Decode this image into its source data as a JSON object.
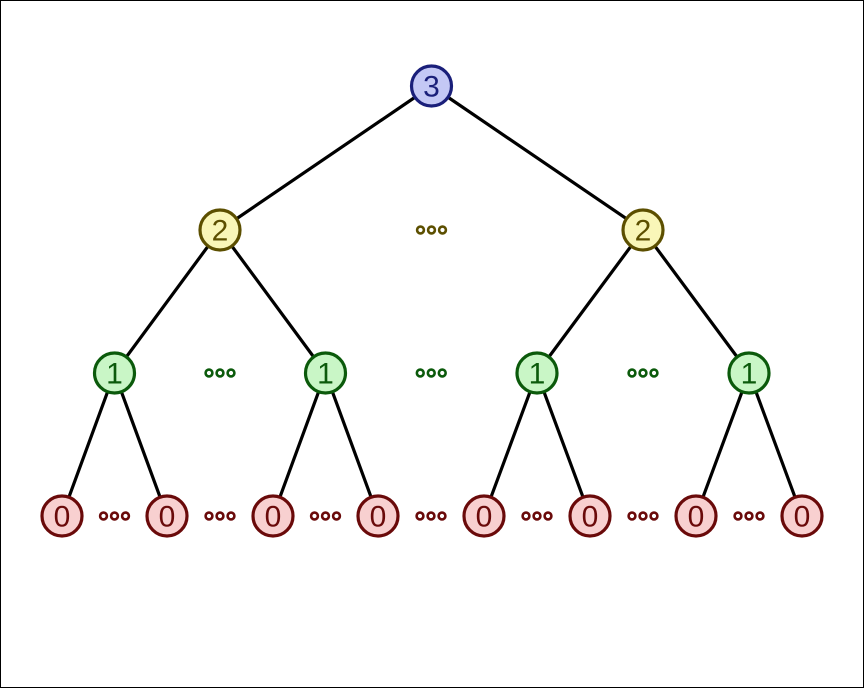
{
  "diagram": {
    "levels": [
      {
        "label": "3",
        "fill": "#c4c8f5",
        "stroke": "#1a1f7a",
        "text_color": "#1a1f7a",
        "count": 1,
        "gaps_with_ellipsis": []
      },
      {
        "label": "2",
        "fill": "#f9f6b8",
        "stroke": "#5c4f00",
        "text_color": "#5c4f00",
        "count": 2,
        "gaps_with_ellipsis": [
          0
        ],
        "ellipsis_color": "#5c4f00"
      },
      {
        "label": "1",
        "fill": "#c9f6c6",
        "stroke": "#0b5a0b",
        "text_color": "#0b5a0b",
        "count": 4,
        "gaps_with_ellipsis": [
          0,
          1,
          2
        ],
        "ellipsis_color": "#0b5a0b"
      },
      {
        "label": "0",
        "fill": "#f8d0d0",
        "stroke": "#6a0a0a",
        "text_color": "#6a0a0a",
        "count": 8,
        "gaps_with_ellipsis": [
          0,
          1,
          2,
          3,
          4,
          5,
          6
        ],
        "ellipsis_color": "#6a0a0a"
      }
    ],
    "edge_color": "#000000"
  }
}
